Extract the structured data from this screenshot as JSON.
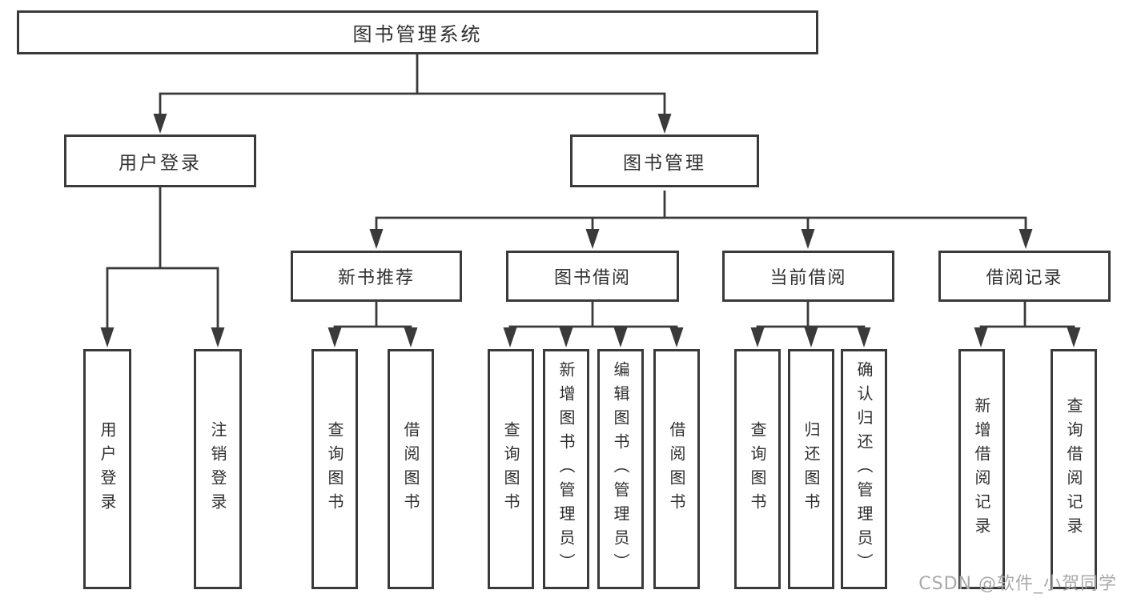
{
  "diagram": {
    "root": "图书管理系统",
    "level2": {
      "user_login": "用户登录",
      "book_management": "图书管理"
    },
    "level3": {
      "new_book_recommend": "新书推荐",
      "book_borrow": "图书借阅",
      "current_borrow": "当前借阅",
      "borrow_records": "借阅记录"
    },
    "leaves": {
      "user_login_children": [
        "用户登录",
        "注销登录"
      ],
      "new_book_recommend_children": [
        "查询图书",
        "借阅图书"
      ],
      "book_borrow_children": [
        "查询图书",
        "新增图书（管理员）",
        "编辑图书（管理员）",
        "借阅图书"
      ],
      "current_borrow_children": [
        "查询图书",
        "归还图书",
        "确认归还（管理员）"
      ],
      "borrow_records_children": [
        "新增借阅记录",
        "查询借阅记录"
      ]
    }
  },
  "watermark": {
    "text": "CSDN @软件_小贺同学"
  },
  "colors": {
    "line": "#3a3a3a",
    "text": "#303030",
    "watermark": "#a9a9a9",
    "background": "#ffffff"
  }
}
